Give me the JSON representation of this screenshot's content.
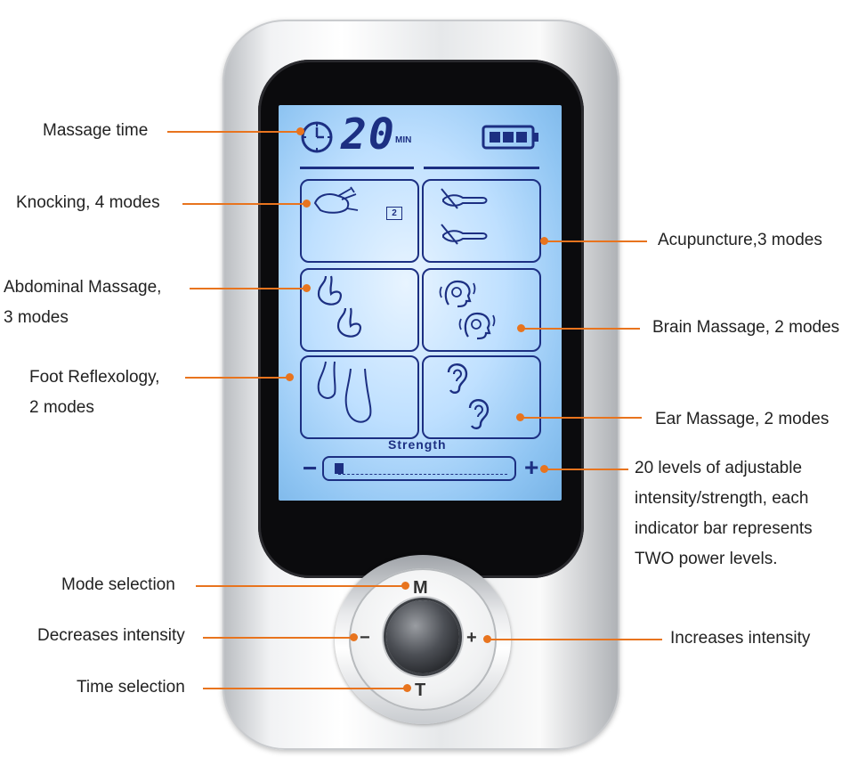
{
  "labels": {
    "massage_time": "Massage time",
    "knocking": "Knocking, 4 modes",
    "abdominal_line1": "Abdominal Massage,",
    "abdominal_line2": "3 modes",
    "foot_line1": "Foot Reflexology,",
    "foot_line2": "2 modes",
    "acupuncture": "Acupuncture,3 modes",
    "brain": "Brain Massage, 2 modes",
    "ear": "Ear Massage, 2 modes",
    "levels_line1": "20 levels of adjustable",
    "levels_line2": "intensity/strength, each",
    "levels_line3": "indicator bar represents",
    "levels_line4": "TWO power levels.",
    "mode_selection": "Mode selection",
    "decreases": "Decreases intensity",
    "increases": "Increases intensity",
    "time_selection": "Time selection"
  },
  "screen": {
    "time_value": "20",
    "time_unit": "MIN",
    "mode_badge": "2",
    "strength_label": "Strength",
    "strength_minus": "−",
    "strength_plus": "+",
    "strength_level": 0.05
  },
  "controls": {
    "mode": "M",
    "minus": "−",
    "plus": "+",
    "time": "T"
  },
  "icons": [
    "clock-icon",
    "battery-icon",
    "knocking-hand-icon",
    "acupuncture-hand-icon",
    "stomach-icon",
    "head-icon",
    "feet-icon",
    "ear-icon"
  ],
  "colors": {
    "leader": "#e8741e",
    "lcd_ink": "#1c2f82",
    "lcd_backlight": "#bfe0ff"
  }
}
